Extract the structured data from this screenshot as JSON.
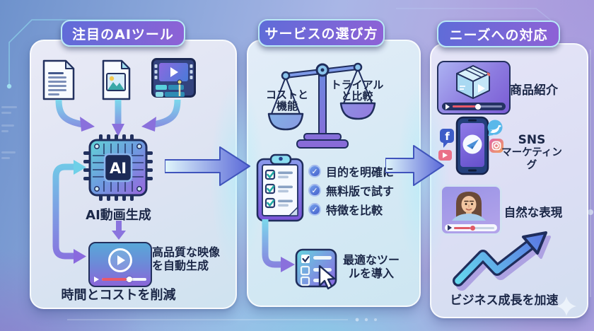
{
  "palette": {
    "title_pill_start": "#5f6cd8",
    "title_pill_end": "#8e62d6",
    "pill_border": "#b9e9f7",
    "text_navy": "#1b2747",
    "accent_cyan": "#7cd8ec",
    "accent_purple": "#8a6ade",
    "big_arrow_blue": "#5a68d8",
    "progress_red": "#e85a6a"
  },
  "panel1": {
    "title": "注目のAIツール",
    "icons": [
      "document-file-icon",
      "image-file-icon",
      "video-editing-icon",
      "ai-chip-icon",
      "video-player-icon"
    ],
    "chip_text": "AI",
    "chip_caption": "AI動画生成",
    "player_caption_line1": "高品質な映像",
    "player_caption_line2": "を自動生成",
    "footer": "時間とコストを削減"
  },
  "panel2": {
    "title": "サービスの選び方",
    "icons": [
      "balance-scale-icon",
      "clipboard-checklist-icon",
      "tool-select-cursor-icon"
    ],
    "scale_left_line1": "コストと",
    "scale_left_line2": "機能",
    "scale_right_line1": "トライアル",
    "scale_right_line2": "と比較",
    "checklist": [
      "目的を明確に",
      "無料版で試す",
      "特徴を比較"
    ],
    "result_line1": "最適なツー",
    "result_line2": "ルを導入"
  },
  "panel3": {
    "title": "ニーズへの対応",
    "icons": [
      "product-box-video-icon",
      "sns-phone-icon",
      "facebook-icon",
      "twitter-icon",
      "youtube-icon",
      "instagram-icon",
      "avatar-video-icon",
      "growth-arrow-icon",
      "sparkle-icon"
    ],
    "product_label": "商品紹介",
    "sns_label_line1": "SNS",
    "sns_label_line2": "マーケティング",
    "avatar_label": "自然な表現",
    "growth_label": "ビジネス成長を加速"
  }
}
